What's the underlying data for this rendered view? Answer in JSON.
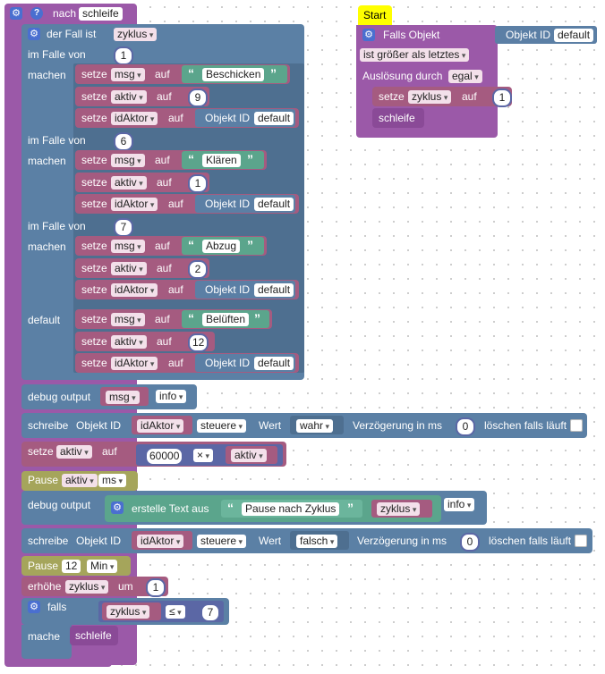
{
  "main": {
    "proc_label": "nach",
    "proc_name": "schleife",
    "switch_label": "der Fall ist",
    "switch_var": "zyklus",
    "case_label": "im Falle von",
    "do_label": "machen",
    "default_label": "default",
    "set_label": "setze",
    "to_label": "auf",
    "object_id_label": "Objekt ID",
    "object_id_value": "default",
    "cases": [
      {
        "value": "1",
        "msg": "Beschicken",
        "aktiv": "9"
      },
      {
        "value": "6",
        "msg": "Klären",
        "aktiv": "1"
      },
      {
        "value": "7",
        "msg": "Abzug",
        "aktiv": "2"
      }
    ],
    "default_case": {
      "msg": "Belüften",
      "aktiv": "12"
    },
    "vars": {
      "msg": "msg",
      "aktiv": "aktiv",
      "idAktor": "idAktor",
      "zyklus": "zyklus"
    },
    "debug_label": "debug output",
    "debug_level": "info",
    "write_label": "schreibe",
    "control_value": "steuere",
    "value_label": "Wert",
    "value_true": "wahr",
    "value_false": "falsch",
    "delay_label": "Verzögerung in ms",
    "delay_value": "0",
    "clear_label": "löschen falls läuft",
    "mult_number": "60000",
    "mult_op": "×",
    "pause_label": "Pause",
    "pause_unit_ms": "ms",
    "pause_number": "12",
    "pause_unit_min": "Min",
    "create_text_label": "erstelle Text aus",
    "text_after_cycle": "Pause nach Zyklus",
    "increase_label": "erhöhe",
    "by_label": "um",
    "increase_value": "1",
    "if_label": "falls",
    "then_label": "mache",
    "compare_op": "≤",
    "compare_value": "7",
    "call_name": "schleife"
  },
  "trigger": {
    "hat_label": "Start",
    "title": "Falls Objekt",
    "object_id_label": "Objekt ID",
    "object_id_value": "default",
    "condition": "ist größer als letztes",
    "trigger_label": "Auslösung durch",
    "trigger_value": "egal",
    "set_label": "setze",
    "var": "zyklus",
    "to_label": "auf",
    "value": "1",
    "call_name": "schleife"
  },
  "colors": {
    "procedure": "#9b59a8",
    "logic": "#5b80a5",
    "variable": "#a55b80",
    "text": "#5ba58c",
    "math": "#5b67a5",
    "timeout": "#a5a55b",
    "hat": "#ffff00"
  }
}
